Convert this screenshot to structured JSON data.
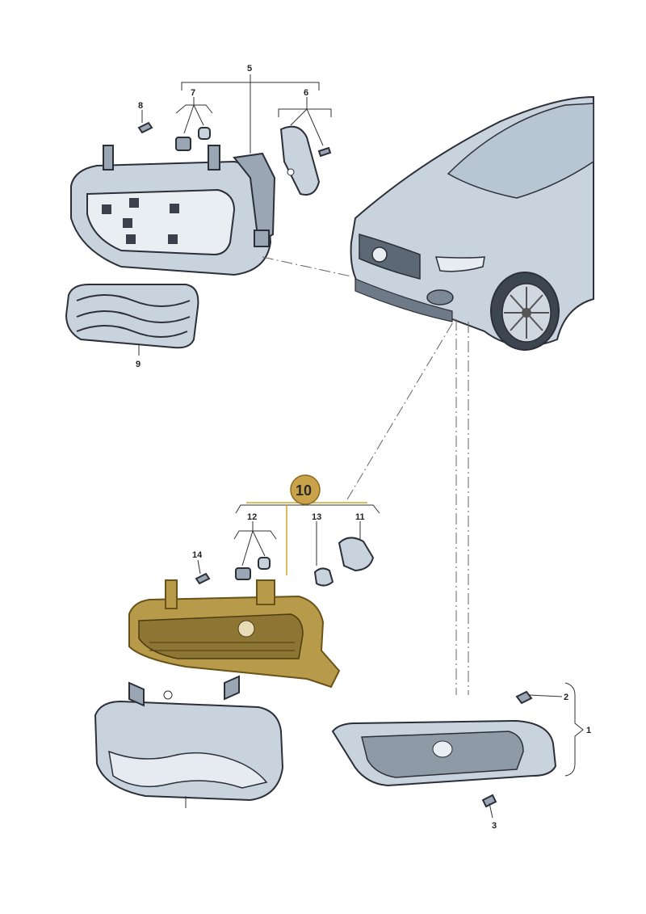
{
  "callouts": {
    "c1": "1",
    "c2": "2",
    "c3": "3",
    "c5": "5",
    "c6": "6",
    "c7": "7",
    "c8": "8",
    "c9": "9",
    "c10": "10",
    "c11": "11",
    "c12": "12",
    "c13": "13",
    "c14": "14"
  },
  "colors": {
    "highlight_badge": "#c9a24a",
    "highlight_part": "#b79a4a",
    "part_fill": "#c9d3de",
    "outline": "#2b2f38"
  },
  "icons": [
    "screw-icon",
    "bulb-icon",
    "socket-icon",
    "clip-icon"
  ]
}
